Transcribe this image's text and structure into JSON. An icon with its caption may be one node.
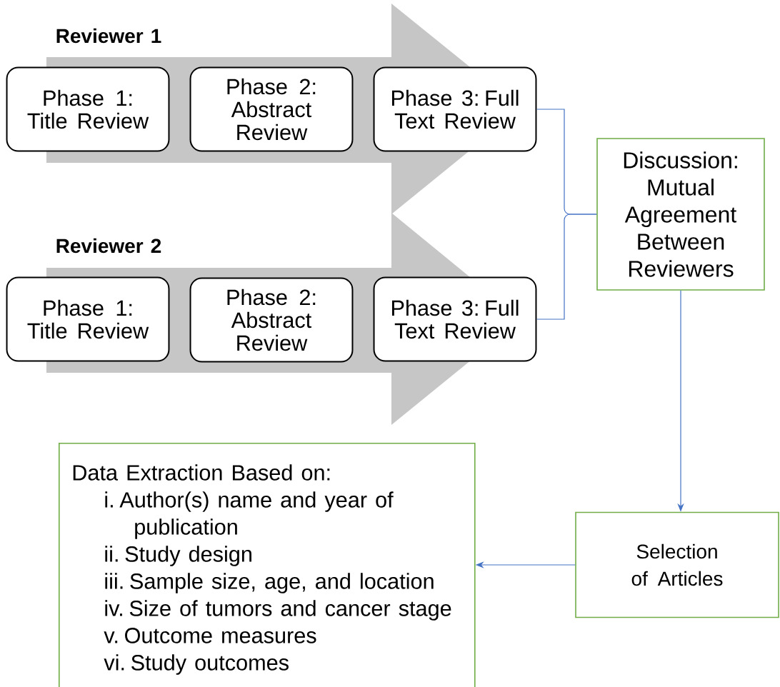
{
  "diagram": {
    "nodes": [
      {
        "text": [
          "Reviewer 1"
        ]
      },
      {
        "text": [
          "Phase 1: Title Review"
        ]
      },
      {
        "text": [
          "Phase 2: Abstract Review"
        ],
        "in": 0
      },
      {
        "text": [
          "Phase 3: Full Text Review"
        ]
      },
      {
        "text": [
          "Reviewer 2"
        ]
      },
      {
        "text": [
          "Phase 1: Title Review"
        ]
      },
      {
        "text": [
          "Phase 2: Abstract Review"
        ],
        "in": 4
      },
      {
        "text": [
          "Phase 3: Full Text Review"
        ]
      },
      {
        "text": [
          "Discussion: Mutual Agreement Between Reviewers"
        ]
      },
      {
        "text": [
          "Selection of Articles"
        ]
      },
      {
        "text": [
          "Data Extraction Based on:",
          "i. Author(s) name and year of publication",
          "ii. Study design",
          "iii. Sample size, age, and location",
          "iv. Size of tumors and cancer stage",
          "v. Outcome measures",
          "vi. Study outcomes"
        ]
      }
    ],
    "edges": [
      {
        "from": 3,
        "to": 8,
        "arrow": "none"
      },
      {
        "from": 7,
        "to": 8,
        "arrow": "none"
      },
      {
        "from": 8,
        "to": 9,
        "arrow": "to"
      },
      {
        "from": 9,
        "to": 10,
        "arrow": "to"
      }
    ]
  }
}
